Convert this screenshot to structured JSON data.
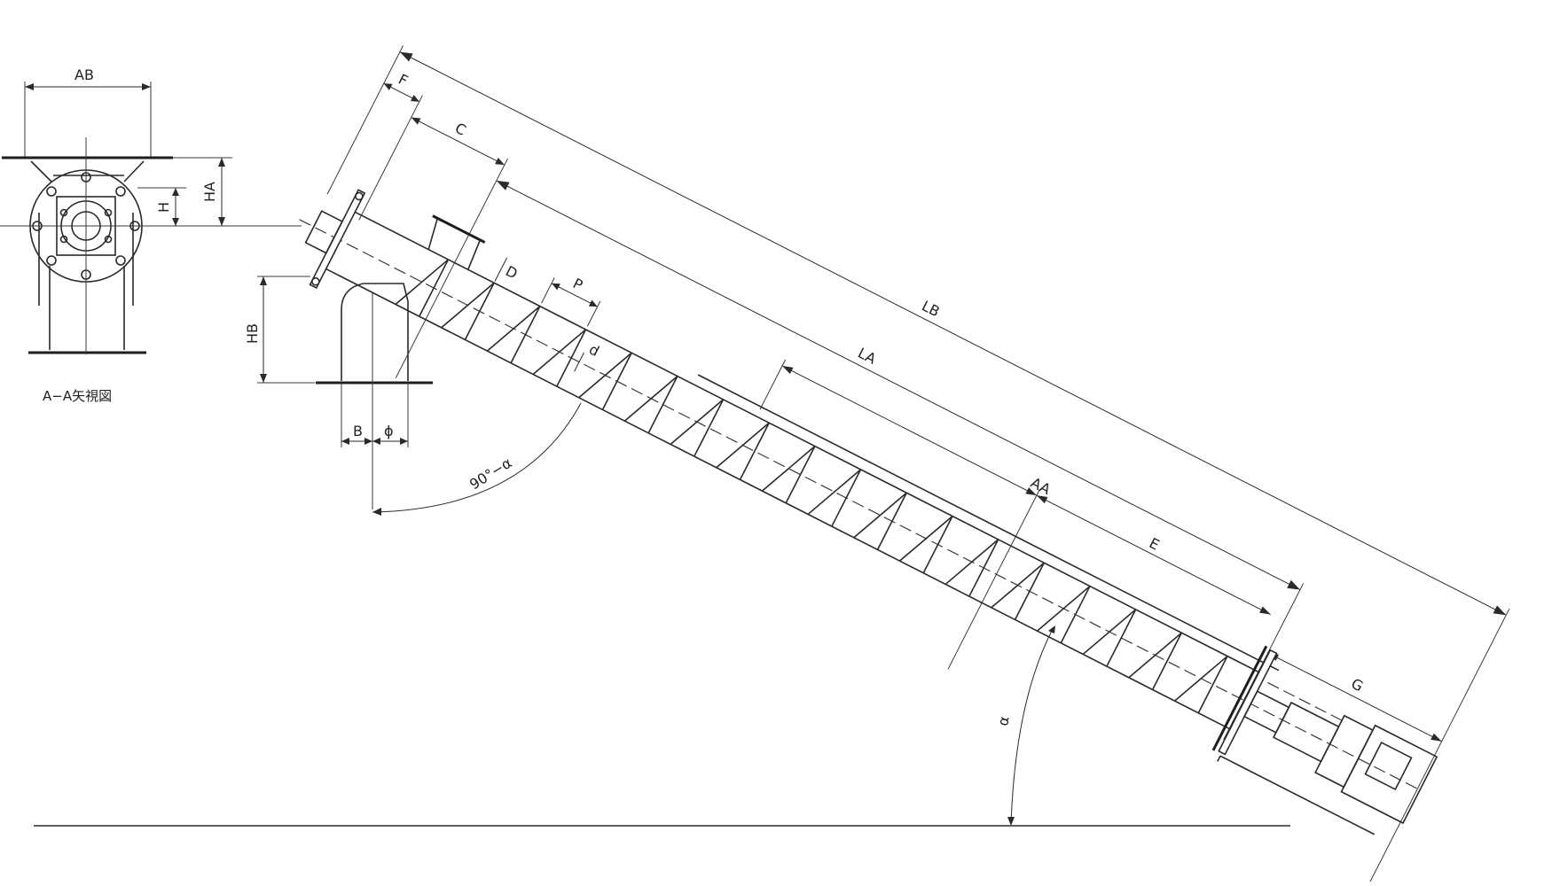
{
  "diagram": {
    "view_caption": "A−A矢視図",
    "labels": {
      "AB": "AB",
      "HA": "HA",
      "H": "H",
      "HB": "HB",
      "B": "B",
      "phi": "ϕ",
      "F": "F",
      "C": "C",
      "D": "D",
      "P": "P",
      "d": "d",
      "LA": "LA",
      "LB": "LB",
      "AA": "AA",
      "E": "E",
      "G": "G",
      "angle_complement": "90°−α",
      "angle": "α"
    }
  }
}
